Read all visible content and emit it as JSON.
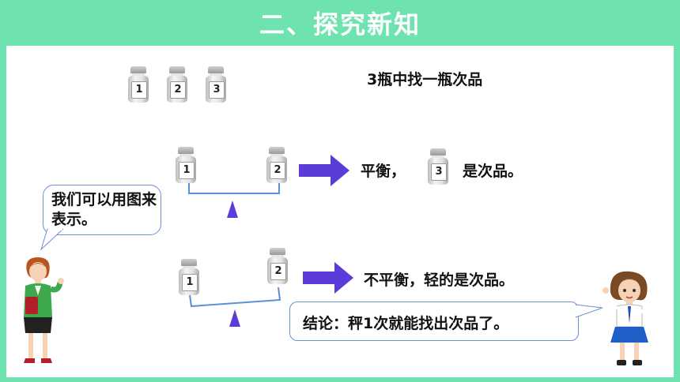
{
  "header": {
    "title": "二、探究新知"
  },
  "problem": {
    "title": "3瓶中找一瓶次品"
  },
  "top_bottles": [
    "1",
    "2",
    "3"
  ],
  "scale_balanced": {
    "left_bottle": "1",
    "right_bottle": "2",
    "result_prefix": "平衡，",
    "result_bottle": "3",
    "result_suffix": "是次品。"
  },
  "scale_unbalanced": {
    "left_bottle": "1",
    "right_bottle": "2",
    "result": "不平衡，轻的是次品。"
  },
  "teacher_bubble": {
    "text": "我们可以用图来表示。"
  },
  "conclusion": {
    "text": "结论：秤1次就能找出次品了。"
  },
  "colors": {
    "header_bg": "#6ee3b0",
    "arrow": "#5b3cd8",
    "beam": "#5b8fd8",
    "bubble_border": "#6e8fd0"
  }
}
